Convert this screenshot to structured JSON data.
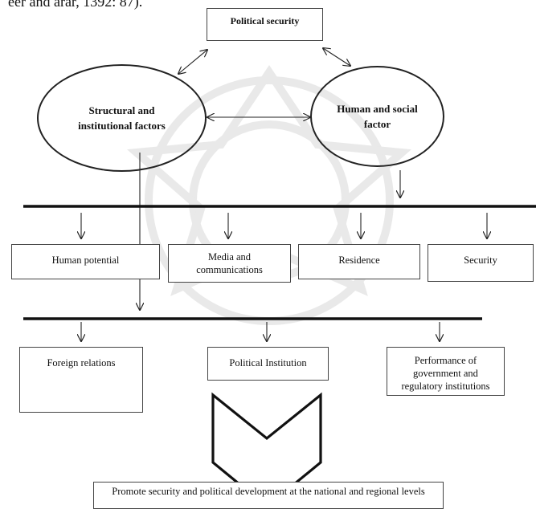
{
  "top_text": "eer and arar, 1392: 87).",
  "nodes": {
    "political_security": "Political security",
    "structural_factors": "Structural and institutional factors",
    "human_social_factor": "Human and social factor",
    "human_potential": "Human potential",
    "media": "Media and communications",
    "residence": "Residence",
    "security": "Security",
    "foreign_relations": "Foreign relations",
    "political_institution": "Political Institution",
    "performance": "Performance of government and regulatory institutions",
    "promote": "Promote security and political development at the national and regional levels"
  }
}
